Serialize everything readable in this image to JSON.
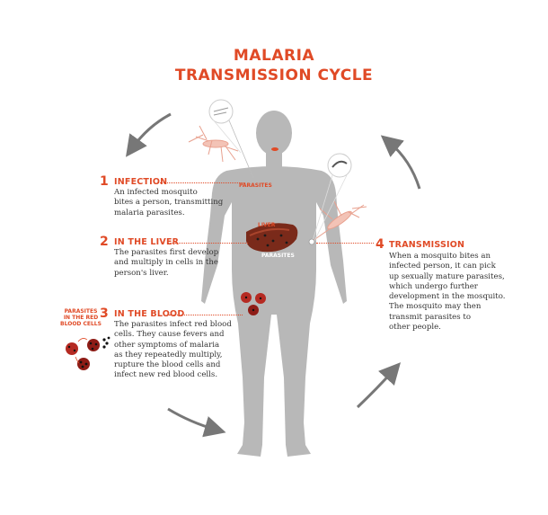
{
  "title": {
    "line1": "MALARIA",
    "line2": "TRANSMISSION CYCLE"
  },
  "steps": [
    {
      "number": "1",
      "heading": "INFECTION",
      "lines": [
        "An infected mosquito",
        "bites a person, transmitting",
        "malaria parasites."
      ]
    },
    {
      "number": "2",
      "heading": "IN THE LIVER",
      "lines": [
        "The parasites first develop",
        "and multiply in cells in the",
        "person's liver."
      ]
    },
    {
      "number": "3",
      "heading": "IN THE BLOOD",
      "lines": [
        "The parasites infect red blood",
        "cells. They cause fevers and",
        "other symptoms of malaria",
        "as they repeatedly multiply,",
        "rupture the blood cells and",
        "infect new red blood cells."
      ]
    },
    {
      "number": "4",
      "heading": "TRANSMISSION",
      "lines": [
        "When a mosquito bites an",
        "infected person, it can pick",
        "up sexually mature parasites,",
        "which undergo further",
        "development in the mosquito.",
        "The mosquito may then",
        "transmit parasites to",
        "other people."
      ]
    }
  ],
  "labels": {
    "parasites_bite": "PARASITES",
    "liver": "LIVER",
    "liver_parasites": "PARASITES",
    "rbc_line1": "PARASITES",
    "rbc_line2": "IN THE RED",
    "rbc_line3": "BLOOD CELLS"
  },
  "colors": {
    "accent": "#e04a26",
    "body": "#b8b8b8",
    "arrow": "#777777",
    "text": "#333333"
  }
}
